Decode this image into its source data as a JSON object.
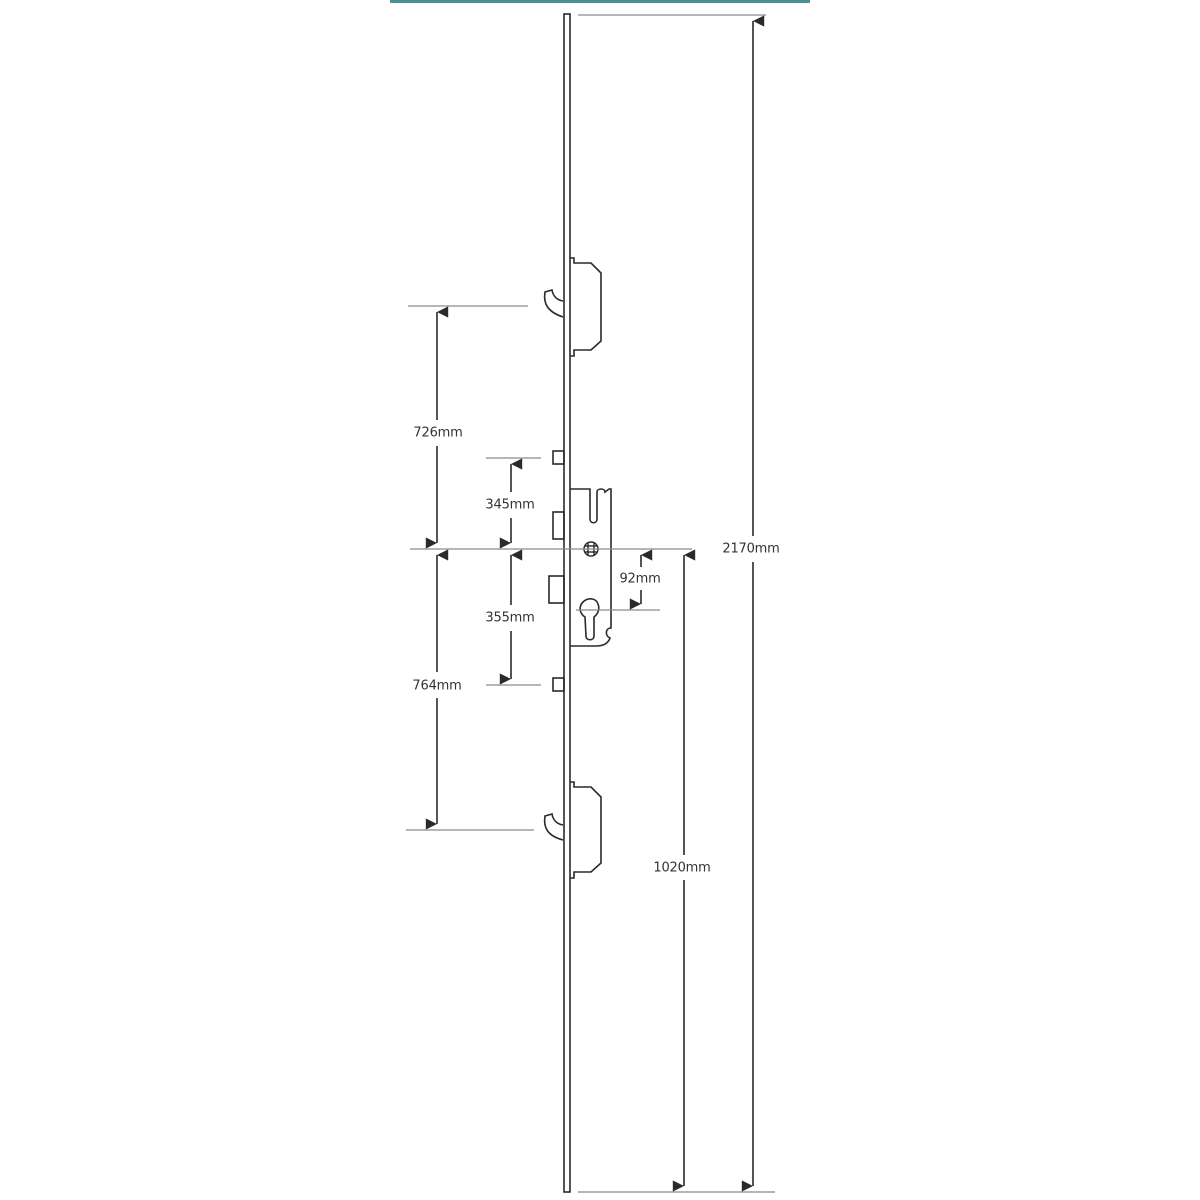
{
  "diagram": {
    "type": "multipoint-lock-dimension-drawing",
    "colors": {
      "top_bar": "#4a8f94",
      "line": "#2a2a2a",
      "dim_line": "#8a8a8a",
      "text": "#333333"
    },
    "dimensions": {
      "overall_length": "2170mm",
      "centre_to_top_hook": "726mm",
      "centre_to_upper_roller": "345mm",
      "centre_to_lower_roller": "355mm",
      "centre_to_bottom_hook": "764mm",
      "spindle_to_cylinder": "92mm",
      "bottom_to_centre": "1020mm"
    },
    "components": [
      {
        "name": "faceplate",
        "label": ""
      },
      {
        "name": "upper-hook-bolt",
        "label": ""
      },
      {
        "name": "upper-roller",
        "label": ""
      },
      {
        "name": "latch",
        "label": ""
      },
      {
        "name": "gearbox",
        "label": ""
      },
      {
        "name": "spindle-hole",
        "label": ""
      },
      {
        "name": "deadbolt",
        "label": ""
      },
      {
        "name": "euro-cylinder-cutout",
        "label": ""
      },
      {
        "name": "lower-roller",
        "label": ""
      },
      {
        "name": "lower-hook-bolt",
        "label": ""
      }
    ]
  }
}
